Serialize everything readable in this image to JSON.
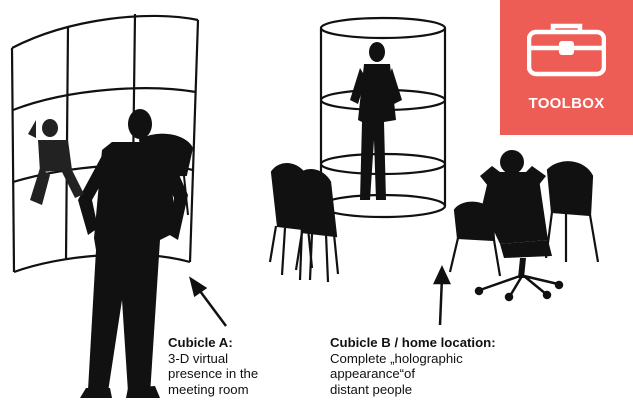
{
  "badge": {
    "label": "TOOLBOX",
    "icon": "toolbox-icon",
    "color": "#ee5d55"
  },
  "cubicle_a": {
    "title": "Cubicle A:",
    "lines": [
      "3-D virtual",
      "presence in the",
      "meeting room"
    ]
  },
  "cubicle_b": {
    "title": "Cubicle B / home location:",
    "lines": [
      "Complete „holographic",
      "appearance“of",
      "distant people"
    ]
  }
}
